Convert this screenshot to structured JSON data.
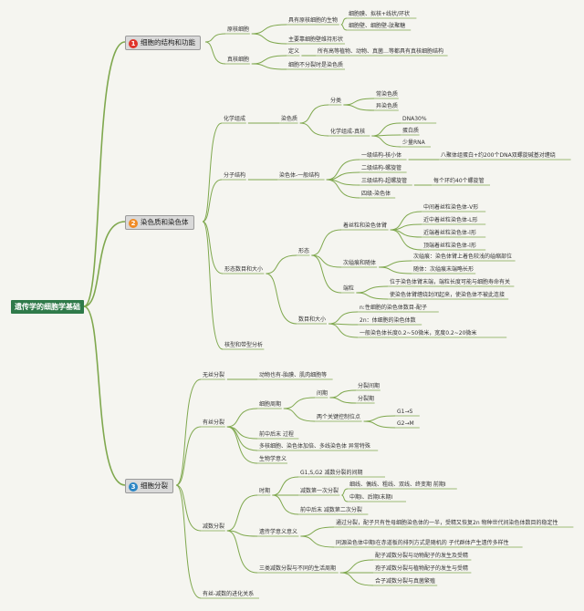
{
  "root": "遗传学的细胞学基础",
  "colors": {
    "line": "#7fa84e",
    "root": "#2f7a4a",
    "badge1": "#e0332a",
    "badge2": "#f08a24",
    "badge3": "#2b86c5"
  },
  "s1": {
    "num": "1",
    "title": "细胞的结构和功能",
    "a": "原核细胞",
    "a1": "具有原核细胞的生物",
    "a1a": "细胞膜、拟核+线状/环状",
    "a1b": "细胞壁、细胞壁-肽聚糖",
    "a2": "主要靠细胞壁维持形状",
    "b": "真核细胞",
    "b1": "定义",
    "b1a": "所有高等植物、动物、真菌…等都具有真核细胞结构",
    "b2": "细胞不分裂时是染色质"
  },
  "s2": {
    "num": "2",
    "title": "染色质和染色体",
    "c": "化学组成",
    "c1": "染色质",
    "c1a": "分类",
    "c1a1": "常染色质",
    "c1a2": "异染色质",
    "c1b": "化学组成-真核",
    "c1b1": "DNA30%",
    "c1b2": "蛋白质",
    "c1b3": "少量RNA",
    "d": "分子结构",
    "d1": "染色体-一般结构",
    "d1a": "一级结构-核小体",
    "d1a1": "八聚体组蛋白+约200个DNA双螺旋碱基对缠绕",
    "d1b": "二级结构-螺旋管",
    "d1c": "三级结构-超螺旋管",
    "d1c1": "每个环约40个螺旋管",
    "d1d": "四级-染色体",
    "e": "形态数目和大小",
    "e1": "形态",
    "e1a": "着丝粒和染色体臂",
    "e1a1": "中间着丝粒染色体-V形",
    "e1a2": "近中着丝粒染色体-L形",
    "e1a3": "近端着丝粒染色体-l形",
    "e1a4": "顶端着丝粒染色体-l形",
    "e1b": "次缢痕和随体",
    "e1b1": "次缢痕：染色体臂上着色较浅的缢缩部位",
    "e1b2": "随体：次缢痕末端略长形",
    "e1c": "端粒",
    "e1c1": "位于染色体臂末端，端粒长度可能与细胞寿命有关",
    "e1c2": "使染色体臂缠绕封闭起来，使染色体不被此连接",
    "e2": "数目和大小",
    "e2a": "n:性细胞的染色体数目-配子",
    "e2b": "2n：体细胞的染色体数",
    "e2c": "一般染色体长度0.2~50微米，宽度0.2~20微米",
    "f": "核型和带型分析"
  },
  "s3": {
    "num": "3",
    "title": "细胞分裂",
    "g": "无丝分裂",
    "g1": "动物也有-胎膜、肌肉细胞等",
    "h": "有丝分裂",
    "h1": "细胞周期",
    "h1a": "间期",
    "h1a1": "分裂间期",
    "h1a2": "分裂期",
    "h1b": "两个关键控制位点",
    "h1b1": "G1→S",
    "h1b2": "G2→M",
    "h2": "前中后末 过程",
    "h3": "多核细胞、染色体加倍、多线染色体 异常特殊",
    "h4": "生物学意义",
    "i": "减数分裂",
    "i1": "时期",
    "i1a": "G1,S,G2 减数分裂的间期",
    "i1b": "减数第一次分裂",
    "i1b1": "细线、偶线、粗线、双线、终变期 前期I",
    "i1b2": "中期I、后期I末期I",
    "i1c": "前中后末 减数第二次分裂",
    "i2": "遗传学意义意义",
    "i2a": "通过分裂，配子只有性母细胞染色体的一半，受精又恢复2n 物种世代间染色体数目的稳定性",
    "i2b": "同源染色体中期I在赤道板的排列方式是随机的 子代群体产生遗传多样性",
    "i3": "三类减数分裂与不同的生活周期",
    "i3a": "配子减数分裂与动物配子的发生及受精",
    "i3b": "孢子减数分裂与植物配子的发生与受精",
    "i3c": "合子减数分裂与真菌繁殖",
    "j": "有丝-减数的进化关系"
  }
}
